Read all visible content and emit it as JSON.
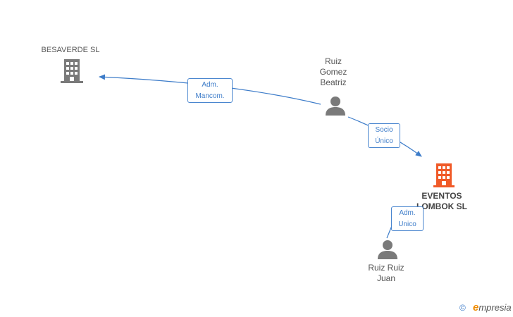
{
  "nodes": {
    "besaverde": {
      "label": "BESAVERDE SL",
      "icon": "building-icon",
      "color": "#7a7a7a"
    },
    "ruiz_gomez": {
      "label": "Ruiz\nGomez\nBeatriz",
      "icon": "person-icon",
      "color": "#7a7a7a"
    },
    "eventos": {
      "label": "EVENTOS\nLOMBOK SL",
      "icon": "building-icon",
      "color": "#f05a28"
    },
    "ruiz_ruiz": {
      "label": "Ruiz Ruiz\nJuan",
      "icon": "person-icon",
      "color": "#7a7a7a"
    }
  },
  "edges": {
    "adm_mancom": {
      "label": "Adm.\nMancom."
    },
    "socio_unico": {
      "label": "Socio\nÚnico"
    },
    "adm_unico": {
      "label": "Adm.\nUnico"
    }
  },
  "footer": {
    "copyright": "©",
    "brand_first": "e",
    "brand_rest": "mpresia"
  },
  "colors": {
    "edge": "#3d7cc9"
  }
}
